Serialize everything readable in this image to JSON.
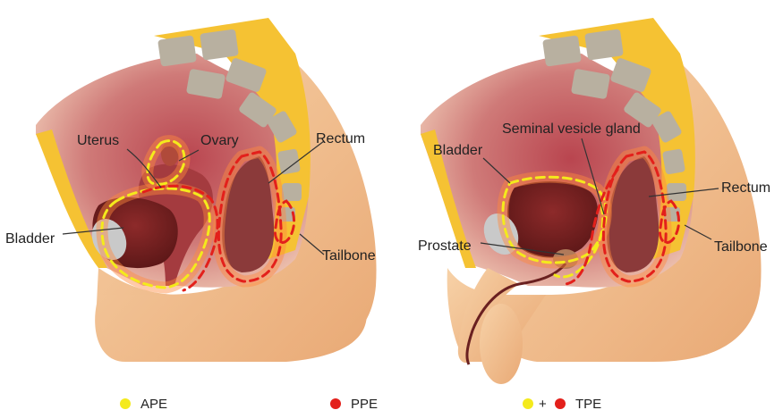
{
  "left_panel": {
    "labels": {
      "uterus": "Uterus",
      "ovary": "Ovary",
      "rectum": "Rectum",
      "bladder": "Bladder",
      "tailbone": "Tailbone"
    }
  },
  "right_panel": {
    "labels": {
      "seminal_vesicle": "Seminal vesicle gland",
      "bladder": "Bladder",
      "rectum": "Rectum",
      "prostate": "Prostate",
      "tailbone": "Tailbone"
    }
  },
  "legend": {
    "ape": "APE",
    "ppe": "PPE",
    "plus": "+",
    "tpe": "TPE"
  },
  "colors": {
    "ape_yellow": "#f4ea1c",
    "ppe_red": "#e3201b",
    "skin": "#f2c08d",
    "cavity": "#c96b6b",
    "fat": "#f5c233",
    "bone": "#b8b0a0"
  }
}
